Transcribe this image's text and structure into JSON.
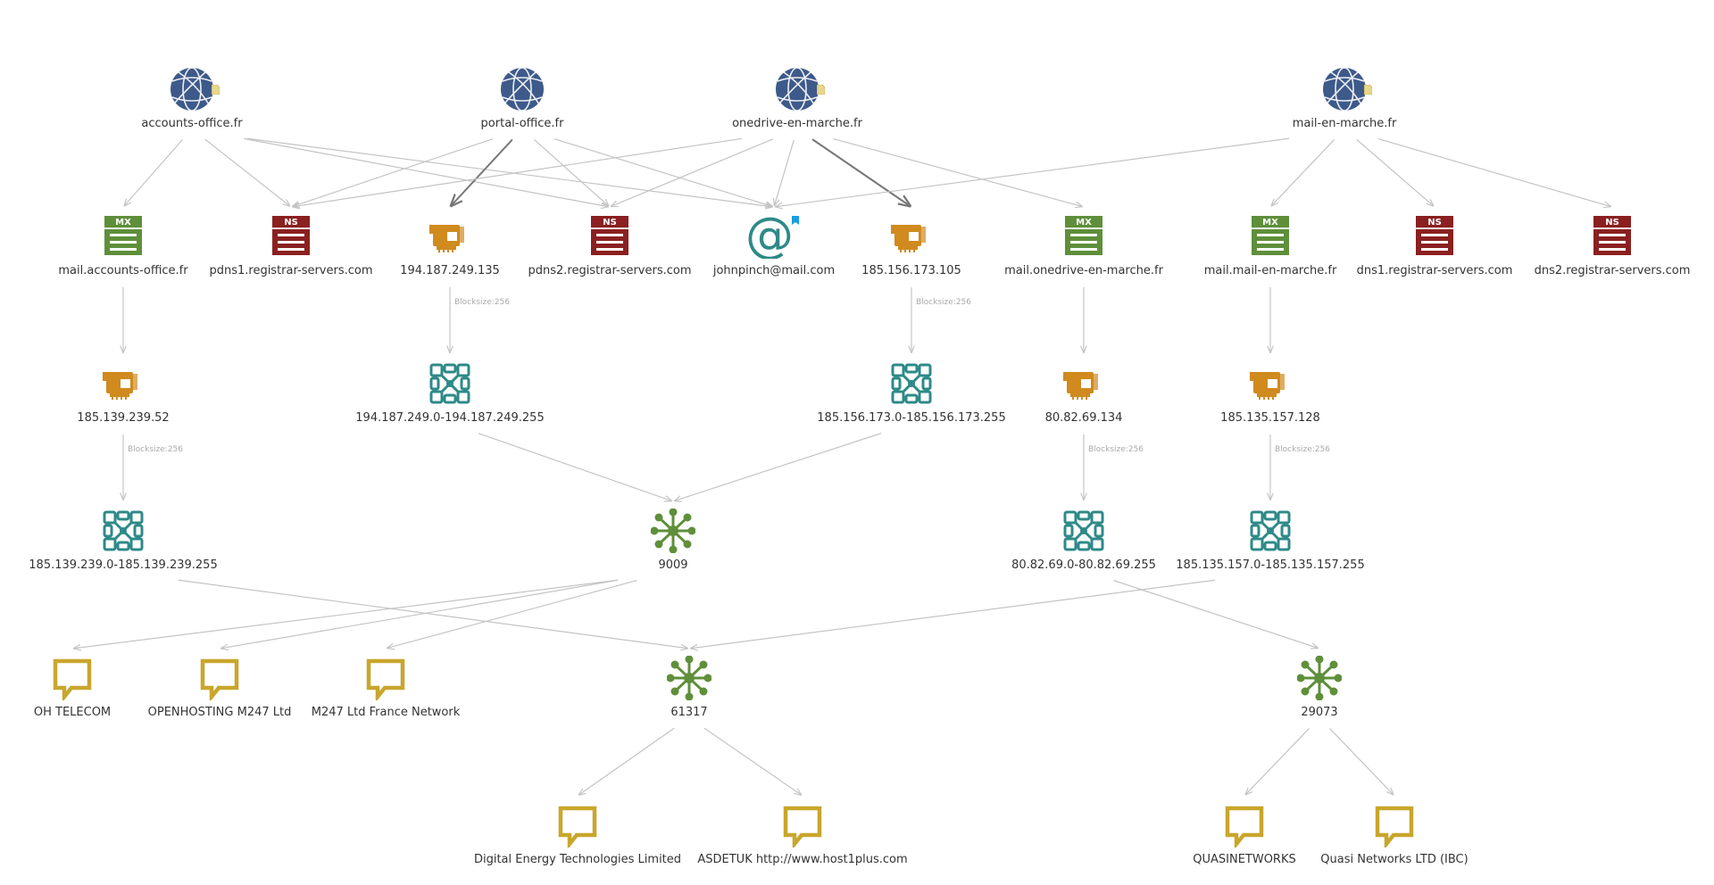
{
  "diagram": {
    "nodes": [
      {
        "id": "d1",
        "type": "domain",
        "label": "accounts-office.fr",
        "note": true
      },
      {
        "id": "d2",
        "type": "domain",
        "label": "portal-office.fr",
        "note": false
      },
      {
        "id": "d3",
        "type": "domain",
        "label": "onedrive-en-marche.fr",
        "note": true
      },
      {
        "id": "d4",
        "type": "domain",
        "label": "mail-en-marche.fr",
        "note": true
      },
      {
        "id": "mx1",
        "type": "mx",
        "label": "mail.accounts-office.fr"
      },
      {
        "id": "ns1",
        "type": "ns",
        "label": "pdns1.registrar-servers.com"
      },
      {
        "id": "ip1",
        "type": "ip",
        "label": "194.187.249.135"
      },
      {
        "id": "ns2",
        "type": "ns",
        "label": "pdns2.registrar-servers.com"
      },
      {
        "id": "em1",
        "type": "email",
        "label": "johnpinch@mail.com"
      },
      {
        "id": "ip2",
        "type": "ip",
        "label": "185.156.173.105"
      },
      {
        "id": "mx2",
        "type": "mx",
        "label": "mail.onedrive-en-marche.fr"
      },
      {
        "id": "mx3",
        "type": "mx",
        "label": "mail.mail-en-marche.fr"
      },
      {
        "id": "ns3",
        "type": "ns",
        "label": "dns1.registrar-servers.com"
      },
      {
        "id": "ns4",
        "type": "ns",
        "label": "dns2.registrar-servers.com"
      },
      {
        "id": "ip3",
        "type": "ip",
        "label": "185.139.239.52"
      },
      {
        "id": "nb1",
        "type": "netblock",
        "label": "194.187.249.0-194.187.249.255"
      },
      {
        "id": "nb2",
        "type": "netblock",
        "label": "185.156.173.0-185.156.173.255"
      },
      {
        "id": "ip4",
        "type": "ip",
        "label": "80.82.69.134"
      },
      {
        "id": "ip5",
        "type": "ip",
        "label": "185.135.157.128"
      },
      {
        "id": "nb3",
        "type": "netblock",
        "label": "185.139.239.0-185.139.239.255"
      },
      {
        "id": "as1",
        "type": "as",
        "label": "9009"
      },
      {
        "id": "nb4",
        "type": "netblock",
        "label": "80.82.69.0-80.82.69.255"
      },
      {
        "id": "nb5",
        "type": "netblock",
        "label": "185.135.157.0-185.135.157.255"
      },
      {
        "id": "p1",
        "type": "phrase",
        "label": "OH TELECOM"
      },
      {
        "id": "p2",
        "type": "phrase",
        "label": "OPENHOSTING M247 Ltd"
      },
      {
        "id": "p3",
        "type": "phrase",
        "label": "M247 Ltd  France Network"
      },
      {
        "id": "as2",
        "type": "as",
        "label": "61317"
      },
      {
        "id": "as3",
        "type": "as",
        "label": "29073"
      },
      {
        "id": "p4",
        "type": "phrase",
        "label": "Digital Energy Technologies Limited"
      },
      {
        "id": "p5",
        "type": "phrase",
        "label": "ASDETUK http://www.host1plus.com"
      },
      {
        "id": "p6",
        "type": "phrase",
        "label": "QUASINETWORKS"
      },
      {
        "id": "p7",
        "type": "phrase",
        "label": "Quasi Networks LTD (IBC)"
      }
    ],
    "edges": [
      {
        "from": "d1",
        "to": "mx1"
      },
      {
        "from": "d1",
        "to": "ns1"
      },
      {
        "from": "d1",
        "to": "ns2"
      },
      {
        "from": "d1",
        "to": "em1"
      },
      {
        "from": "d2",
        "to": "ns1"
      },
      {
        "from": "d2",
        "to": "ip1",
        "bold": true
      },
      {
        "from": "d2",
        "to": "ns2"
      },
      {
        "from": "d2",
        "to": "em1"
      },
      {
        "from": "d3",
        "to": "ns1"
      },
      {
        "from": "d3",
        "to": "ns2"
      },
      {
        "from": "d3",
        "to": "em1"
      },
      {
        "from": "d3",
        "to": "ip2",
        "bold": true
      },
      {
        "from": "d3",
        "to": "mx2"
      },
      {
        "from": "d4",
        "to": "em1"
      },
      {
        "from": "d4",
        "to": "mx3"
      },
      {
        "from": "d4",
        "to": "ns3"
      },
      {
        "from": "d4",
        "to": "ns4"
      },
      {
        "from": "mx1",
        "to": "ip3"
      },
      {
        "from": "ip1",
        "to": "nb1",
        "label": "Blocksize:256"
      },
      {
        "from": "ip2",
        "to": "nb2",
        "label": "Blocksize:256"
      },
      {
        "from": "mx2",
        "to": "ip4"
      },
      {
        "from": "mx3",
        "to": "ip5"
      },
      {
        "from": "ip3",
        "to": "nb3",
        "label": "Blocksize:256"
      },
      {
        "from": "nb1",
        "to": "as1"
      },
      {
        "from": "nb2",
        "to": "as1"
      },
      {
        "from": "ip4",
        "to": "nb4",
        "label": "Blocksize:256"
      },
      {
        "from": "ip5",
        "to": "nb5",
        "label": "Blocksize:256"
      },
      {
        "from": "as1",
        "to": "p1"
      },
      {
        "from": "as1",
        "to": "p2"
      },
      {
        "from": "as1",
        "to": "p3"
      },
      {
        "from": "nb3",
        "to": "as2"
      },
      {
        "from": "nb5",
        "to": "as2"
      },
      {
        "from": "nb4",
        "to": "as3"
      },
      {
        "from": "as2",
        "to": "p4"
      },
      {
        "from": "as2",
        "to": "p5"
      },
      {
        "from": "as3",
        "to": "p6"
      },
      {
        "from": "as3",
        "to": "p7"
      }
    ]
  },
  "colors": {
    "domain": "#3d5a8a",
    "mx": "#5f8f3a",
    "ns": "#8b2020",
    "ip": "#d08a1e",
    "email": "#2e8a88",
    "netblock": "#2e8a88",
    "as": "#5f8f3a",
    "phrase": "#c9a62c",
    "edge": "#c4c4c4",
    "edge_bold": "#777777",
    "note": "#e8d78a",
    "email_flag": "#1a9fe0"
  },
  "icons": {
    "domain": "globe-icon",
    "mx": "mx-record-icon",
    "ns": "ns-record-icon",
    "ip": "network-card-icon",
    "email": "at-sign-icon",
    "netblock": "netblock-icon",
    "as": "autonomous-system-icon",
    "phrase": "speech-bubble-icon"
  }
}
